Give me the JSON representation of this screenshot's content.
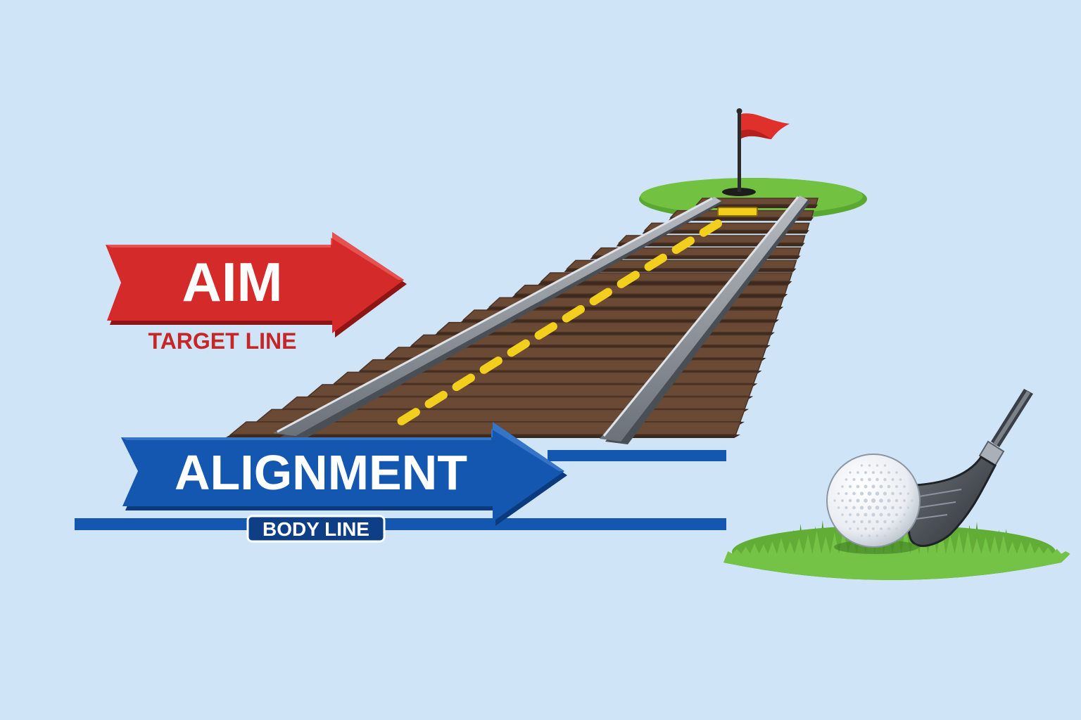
{
  "aim": {
    "title": "AIM",
    "subtitle": "TARGET LINE",
    "color": "#d42a2a"
  },
  "alignment": {
    "title": "ALIGNMENT",
    "subtitle": "BODY LINE",
    "color": "#1457b0"
  },
  "colors": {
    "background": "#cfe5f7",
    "rail": "#8a8f96",
    "tie": "#6a4a35",
    "dashed_line": "#f2cf1c",
    "green": "#6fbf3c",
    "flag": "#e0302b"
  },
  "icons": [
    "flag-icon",
    "golf-ball-icon",
    "golf-club-icon",
    "railroad-track-icon"
  ]
}
